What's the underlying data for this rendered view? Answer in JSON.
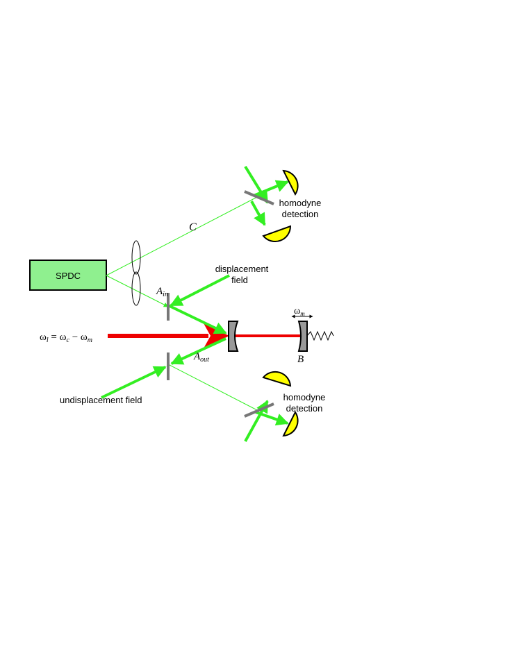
{
  "labels": {
    "source": "SPDC",
    "mode_c": "C",
    "mode_a_in": {
      "base": "A",
      "sub": "in"
    },
    "mode_a_out": {
      "base": "A",
      "sub": "out"
    },
    "mode_b": "B",
    "mechanical_freq": {
      "base": "ω",
      "sub": "m"
    },
    "displacement_field": [
      "displacement",
      "field"
    ],
    "undisplacement_field": "undisplacement field",
    "homodyne_top": [
      "homodyne",
      "detection"
    ],
    "homodyne_bottom": [
      "homodyne",
      "detection"
    ],
    "laser_eq": {
      "w": "ω",
      "l": "l",
      "eq": " = ",
      "w2": "ω",
      "c": "c",
      "minus": " − ",
      "w3": "ω",
      "m": "m"
    }
  },
  "colors": {
    "beam_green": "#33ee22",
    "laser_red": "#ee0000",
    "spdc_fill": "#8ff08f",
    "detector_yellow": "#ffff00",
    "mirror_gray": "#777777",
    "cavity_gray": "#999999"
  }
}
